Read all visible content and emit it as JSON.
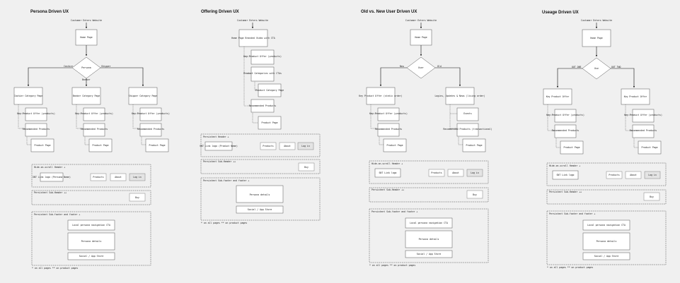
{
  "columns": {
    "persona": {
      "title": "Persona Driven UX",
      "entry": "Customer Enters Website",
      "home": "Home Page",
      "decision": "Persona",
      "branches": [
        "Cashier",
        "Banker",
        "Shipper"
      ],
      "category_pages": [
        "Cashier Category Page",
        "Banker Category Page",
        "Shipper Category Page"
      ],
      "key_offer": "Key Product Offer (products)",
      "recommended": "Recommended Products",
      "product_page": "Product Page",
      "header_group": "Hide-on-scroll Header +",
      "logo": "SNT Link logo (Persona Name)",
      "nav": [
        "Products",
        "About",
        "Log in"
      ],
      "subheader_group": "Persistent Sub-Header ++",
      "buy": "Buy",
      "footer_group": "Persistent Sub-footer and footer +",
      "footer_items": [
        "Local persona navigation CTA",
        "Persona details",
        "Social / App Store"
      ],
      "footnote": "* on all pages   ** on product pages"
    },
    "offering": {
      "title": "Offering Driven UX",
      "entry": "Customer Enters Website",
      "home": "Home Page Branded Video with CTA",
      "chain": [
        "Key Product Offer (products)",
        "Product Categories with CTAs",
        "Product Category Page",
        "Recommended Products",
        "Product Page"
      ],
      "header_group": "Persistent Header +",
      "logo": "SNT Link logo (Product Name)",
      "nav": [
        "Products",
        "About",
        "Log in"
      ],
      "subheader_group": "Persistent Sub-Header ++",
      "buy": "Buy",
      "footer_group": "Persistent Sub-footer and footer +",
      "footer_items": [
        "Persona details",
        "Social / App Store"
      ],
      "footnote": "* on all pages   ** on product pages"
    },
    "oldnew": {
      "title": "Old vs. New User Driven UX",
      "entry": "Customer Enters Website",
      "home": "Home Page",
      "decision": "User",
      "branches": [
        "New",
        "Old"
      ],
      "left_page": "Key Product Offer (static order)",
      "left_key_offer": "Key Product Offer (products)",
      "left_recommended": "Recommended Products",
      "left_product": "Product Page",
      "right_page": "Logins, Updates & News (living order)",
      "right_events": "Events",
      "right_recommended": "Recommended Products (transactional)",
      "right_product": "Product Page",
      "header_group": "Hide-on-scroll Header +",
      "logo": "SNT Link logo",
      "nav": [
        "Products",
        "About",
        "Log in"
      ],
      "subheader_group": "Persistent Sub-Header ++",
      "buy": "Buy",
      "footer_group": "Persistent Sub-footer and footer +",
      "footer_items": [
        "Local persona navigation CTA",
        "Persona details",
        "Social / App Store"
      ],
      "footnote": "* on all pages   ** on product pages"
    },
    "usage": {
      "title": "Useage Driven UX",
      "entry": "Customer Enters Website",
      "home": "Home Page",
      "decision": "Use",
      "branches": [
        "OUT ONE",
        "OUT TWO"
      ],
      "pages": [
        "Key Product Offer",
        "Key Product Offer"
      ],
      "key_offer": "Key Product Offer (products)",
      "recommended": "Recommended Products",
      "product_page": "Product Page",
      "header_group": "Hide-on-scroll Header +",
      "logo": "SNT Link logo",
      "nav": [
        "Products",
        "About",
        "Log in"
      ],
      "subheader_group": "Persistent Sub-Header ++",
      "buy": "Buy",
      "footer_group": "Persistent Sub-footer and footer +",
      "footer_items": [
        "Local persona navigation CTA",
        "Persona details",
        "Social / App Store"
      ],
      "footnote": "* on all pages   ** on product pages"
    }
  }
}
